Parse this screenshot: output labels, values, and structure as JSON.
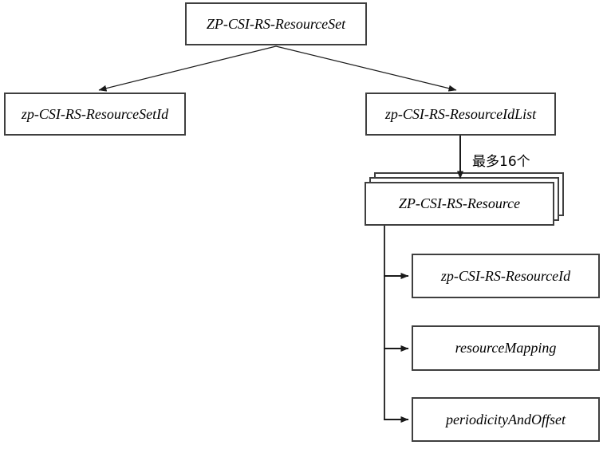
{
  "diagram": {
    "root": {
      "label": "ZP-CSI-RS-ResourceSet"
    },
    "set_id": {
      "label": "zp-CSI-RS-ResourceSetId"
    },
    "id_list": {
      "label": "zp-CSI-RS-ResourceIdList"
    },
    "max_count_annotation": "最多16个",
    "resource": {
      "label": "ZP-CSI-RS-Resource",
      "stack_layers": 3
    },
    "resource_fields": [
      {
        "label": "zp-CSI-RS-ResourceId"
      },
      {
        "label": "resourceMapping"
      },
      {
        "label": "periodicityAndOffset"
      }
    ],
    "colors": {
      "background": "#ffffff",
      "box_border": "#3f3f3f",
      "connector": "#1a1a1a",
      "text": "#000000"
    }
  }
}
